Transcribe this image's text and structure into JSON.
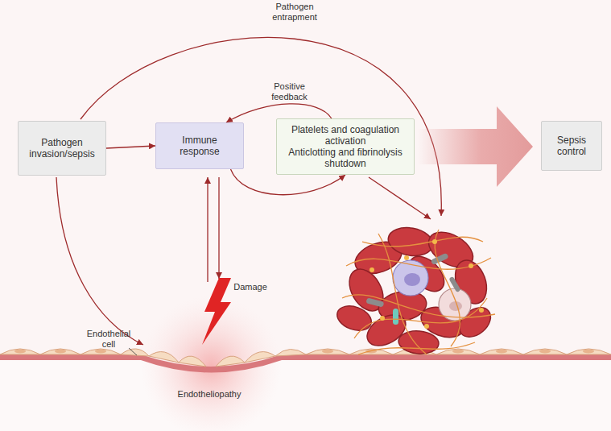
{
  "diagram": {
    "nodes": [
      {
        "text": [
          "Pathogen invasion/sepsis"
        ]
      },
      {
        "text": [
          "Immune response"
        ]
      },
      {
        "text": [
          "Platelets and coagulation activation",
          "Anticlotting and fibrinolysis shutdown"
        ]
      },
      {
        "text": [
          "Sepsis control"
        ]
      }
    ],
    "edges": [
      {
        "from": 0,
        "to": 1,
        "arrow": "to"
      },
      {
        "from": 1,
        "to": 2,
        "arrow": "to"
      },
      {
        "from": 2,
        "to": 1,
        "label": "Positive feedback",
        "arrow": "to"
      },
      {
        "from": 2,
        "to": 3,
        "arrow": "to"
      }
    ],
    "labels": [
      "Pathogen entrapment",
      "Endothelial cell",
      "Damage",
      "Endotheliopathy"
    ]
  }
}
